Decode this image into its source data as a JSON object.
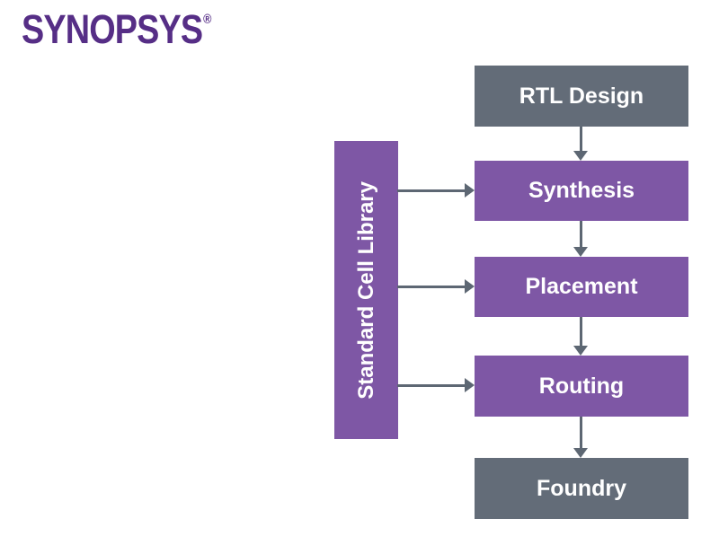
{
  "logo": {
    "brand": "SYNOPSYS",
    "registered_mark": "®",
    "color": "#562E86"
  },
  "colors": {
    "background": "#FFFFFF",
    "box_purple": "#7E57A5",
    "box_gray": "#636C78",
    "arrow_gray": "#5D6773",
    "box_text": "#FFFFFF"
  },
  "diagram": {
    "flow_steps": [
      {
        "label": "RTL Design",
        "style": "gray"
      },
      {
        "label": "Synthesis",
        "style": "purple"
      },
      {
        "label": "Placement",
        "style": "purple"
      },
      {
        "label": "Routing",
        "style": "purple"
      },
      {
        "label": "Foundry",
        "style": "gray"
      }
    ],
    "library_box": {
      "label": "Standard Cell Library"
    },
    "library_feeds": [
      "Synthesis",
      "Placement",
      "Routing"
    ]
  }
}
